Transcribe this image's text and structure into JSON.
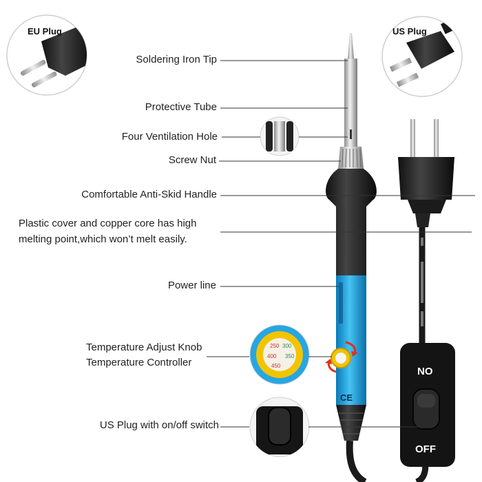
{
  "insets": {
    "eu_plug": "EU Plug",
    "us_plug": "US Plug"
  },
  "labels": {
    "tip": "Soldering Iron Tip",
    "tube": "Protective Tube",
    "vent": "Four Ventilation Hole",
    "nut": "Screw Nut",
    "handle": "Comfortable Anti-Skid Handle",
    "plastic_line1": "Plastic cover and copper core has high",
    "plastic_line2": "melting point,which won’t melt easily.",
    "power": "Power line",
    "knob_line1": "Temperature Adjust Knob",
    "knob_line2": "Temperature Controller",
    "switch_label": "US Plug with on/off switch"
  },
  "switch": {
    "top": "NO",
    "bottom": "OFF"
  },
  "colors": {
    "barrel": "#1ea0de",
    "handle": "#222222",
    "knob": "#f2c400",
    "cable": "#1a1a1a"
  }
}
